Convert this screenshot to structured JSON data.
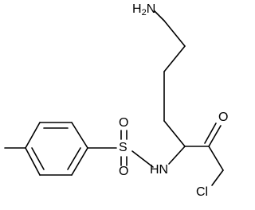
{
  "molecule": {
    "atoms": {
      "amine": "H2N",
      "sulfur": "S",
      "oxygen_sulfonyl_top": "O",
      "oxygen_sulfonyl_bottom": "O",
      "nitrogen_sulfonamide": "HN",
      "oxygen_ketone": "O",
      "chlorine": "Cl"
    }
  }
}
